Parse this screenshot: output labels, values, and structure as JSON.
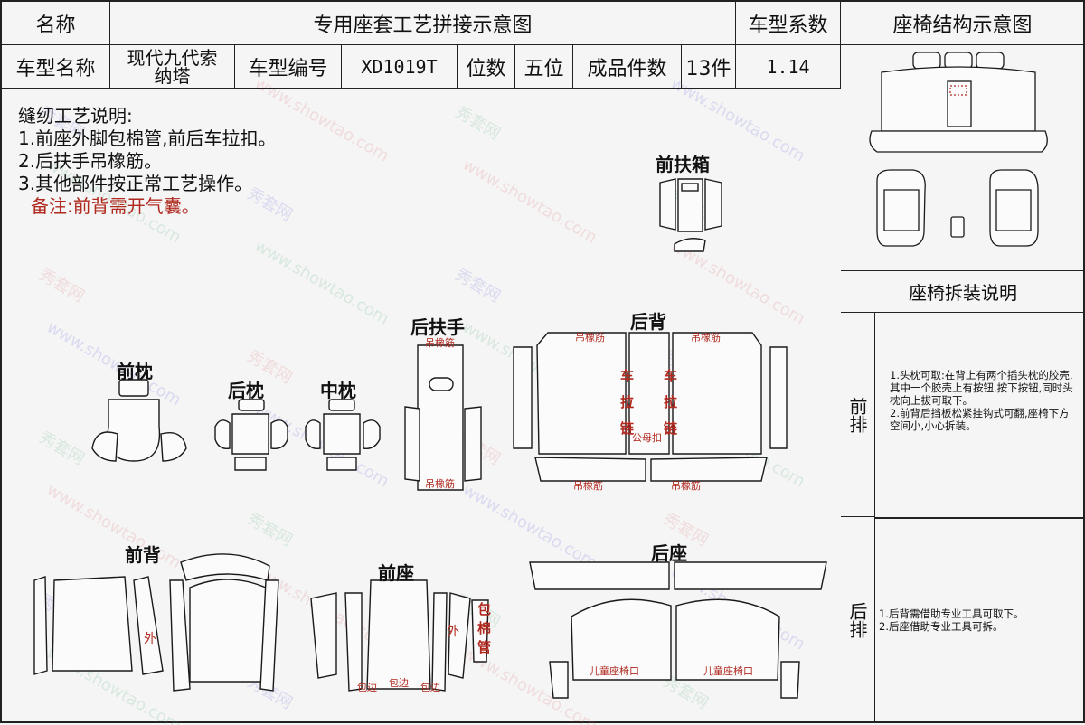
{
  "header": {
    "name_label": "名称",
    "title": "专用座套工艺拼接示意图",
    "coef_label": "车型系数",
    "diagram_title": "座椅结构示意图",
    "model_name_label": "车型名称",
    "model_name": "现代九代索纳塔",
    "model_code_label": "车型编号",
    "model_code": "XD1019T",
    "seats_label": "位数",
    "seats": "五位",
    "pieces_label": "成品件数",
    "pieces": "13件",
    "coef": "1.14"
  },
  "notes": {
    "title": "缝纫工艺说明:",
    "items": [
      "1.前座外脚包棉管,前后车拉扣。",
      "2.后扶手吊橡筋。",
      "3.其他部件按正常工艺操作。"
    ],
    "remark": "备注:前背需开气囊。"
  },
  "parts": {
    "front_box": "前扶箱",
    "rear_armrest": "后扶手",
    "rear_back": "后背",
    "front_pillow": "前枕",
    "rear_pillow": "后枕",
    "mid_pillow": "中枕",
    "front_back": "前背",
    "front_seat": "前座",
    "rear_seat": "后座"
  },
  "tags": {
    "elastic": "吊橡筋",
    "zipper_chars": [
      "车",
      "拉",
      "链"
    ],
    "zipper_joint": "公母扣",
    "outer": "外",
    "edge": "包边",
    "cotton_tube_chars": [
      "包",
      "棉",
      "管"
    ],
    "child_seat": "儿童座椅口"
  },
  "sidebar": {
    "disassembly_title": "座椅拆装说明",
    "front_row": "前排",
    "front_row_text": "1.头枕可取:在背上有两个插头枕的胶壳,其中一个胶壳上有按钮,按下按钮,同时头枕向上拔可取下。\n2.前背后挡板松紧挂钩式可翻,座椅下方空间小,小心拆装。",
    "rear_row": "后排",
    "rear_row_text": "1.后背需借助专业工具可取下。\n2.后座借助专业工具可拆。"
  },
  "watermark": {
    "brand": "秀套网",
    "url": "www.showtao.com"
  }
}
